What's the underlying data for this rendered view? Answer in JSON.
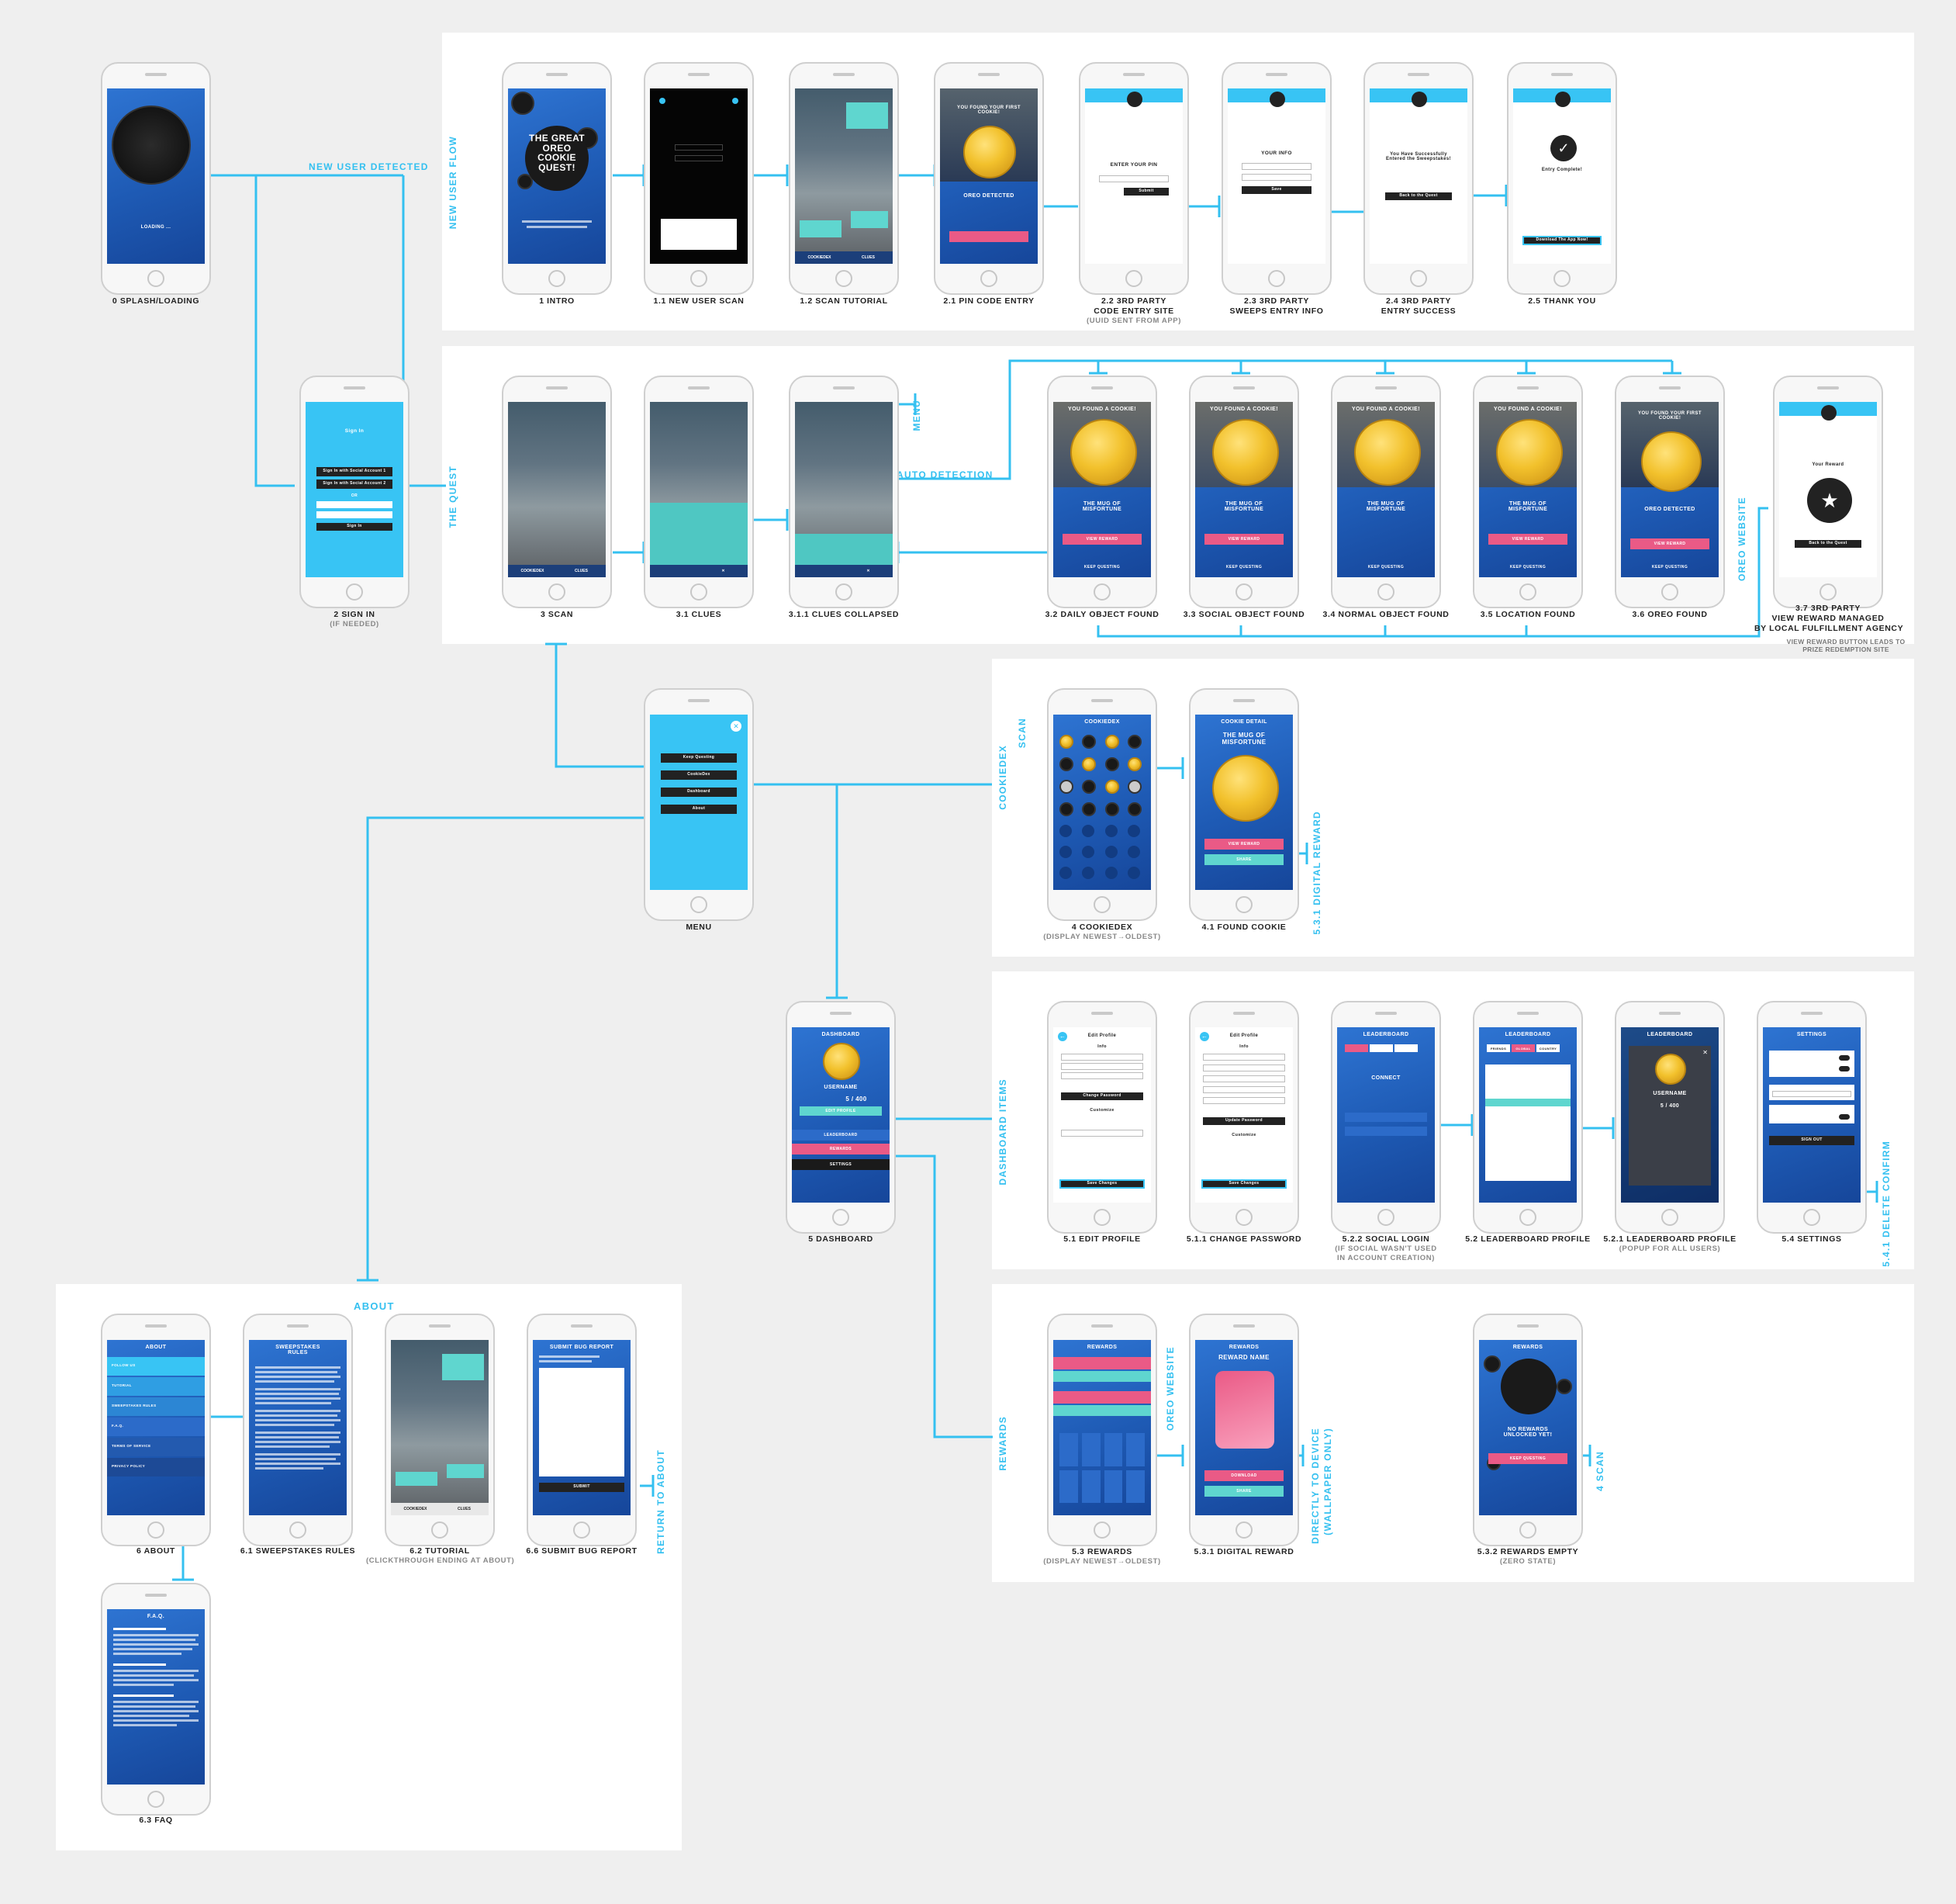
{
  "sections": {
    "new_user_flow": "NEW USER FLOW",
    "the_quest": "THE QUEST",
    "cookiedex": "COOKIEDEX",
    "dashboard_items": "DASHBOARD ITEMS",
    "rewards": "REWARDS",
    "about": "ABOUT"
  },
  "connectors": {
    "new_user_detected": "NEW USER DETECTED",
    "menu": "MENU",
    "auto_detection": "AUTO DETECTION",
    "oreo_website_1": "OREO WEBSITE",
    "oreo_website_2": "OREO WEBSITE",
    "scan_1": "SCAN",
    "scan_2": "4 SCAN",
    "digital_reward": "5.3.1 DIGITAL REWARD",
    "delete_confirm": "5.4.1 DELETE CONFIRM",
    "directly_to_device": "DIRECTLY TO DEVICE",
    "wallpaper_only": "(WALLPAPER ONLY)",
    "return_to_about": "RETURN TO ABOUT",
    "view_reward_note": "VIEW REWARD BUTTON LEADS TO PRIZE REDEMPTION SITE"
  },
  "screens": {
    "s0": {
      "title": "0 SPLASH/LOADING",
      "loading": "LOADING ..."
    },
    "s1": {
      "title": "1 INTRO",
      "logo": "THE GREAT OREO COOKIE QUEST!"
    },
    "s11": {
      "title": "1.1 NEW USER SCAN"
    },
    "s12": {
      "title": "1.2 SCAN TUTORIAL",
      "tab1": "COOKIEDEX",
      "tab2": "CLUES"
    },
    "s21": {
      "title": "2.1 PIN CODE ENTRY",
      "found": "YOU FOUND YOUR FIRST COOKIE!",
      "detected": "OREO DETECTED"
    },
    "s22": {
      "title": "2.2 3RD PARTY",
      "title2": "CODE ENTRY SITE",
      "sub": "(UUID SENT FROM APP)",
      "heading": "ENTER YOUR PIN",
      "btn": "Submit"
    },
    "s23": {
      "title": "2.3 3RD PARTY",
      "title2": "SWEEPS ENTRY INFO",
      "heading": "YOUR INFO",
      "btn": "Save"
    },
    "s24": {
      "title": "2.4 3RD PARTY",
      "title2": "ENTRY SUCCESS",
      "heading": "You Have Successfully Entered the Sweepstakes!",
      "btn": "Back to the Quest"
    },
    "s25": {
      "title": "2.5 THANK YOU",
      "heading": "Entry Complete!",
      "btn": "Download The App Now!"
    },
    "s2": {
      "title": "2 SIGN IN",
      "sub": "(IF NEEDED)",
      "heading": "Sign In",
      "btn1": "Sign In with Social Account 1",
      "btn2": "Sign In with Social Account 2",
      "or": "OR",
      "btn3": "Sign In"
    },
    "s3": {
      "title": "3 SCAN",
      "tab1": "COOKIEDEX",
      "tab2": "CLUES"
    },
    "s31": {
      "title": "3.1 CLUES"
    },
    "s311": {
      "title": "3.1.1 CLUES COLLAPSED"
    },
    "s32": {
      "title": "3.2 DAILY OBJECT FOUND",
      "found": "YOU FOUND A COOKIE!",
      "name": "THE MUG OF MISFORTUNE",
      "btn": "VIEW REWARD",
      "keep": "KEEP QUESTING"
    },
    "s33": {
      "title": "3.3 SOCIAL OBJECT FOUND",
      "found": "YOU FOUND A COOKIE!",
      "name": "THE MUG OF MISFORTUNE",
      "btn": "VIEW REWARD",
      "keep": "KEEP QUESTING"
    },
    "s34": {
      "title": "3.4 NORMAL OBJECT FOUND",
      "found": "YOU FOUND A COOKIE!",
      "name": "THE MUG OF MISFORTUNE",
      "keep": "KEEP QUESTING"
    },
    "s35": {
      "title": "3.5 LOCATION FOUND",
      "found": "YOU FOUND A COOKIE!",
      "name": "THE MUG OF MISFORTUNE",
      "btn": "VIEW REWARD",
      "keep": "KEEP QUESTING"
    },
    "s36": {
      "title": "3.6 OREO FOUND",
      "found": "YOU FOUND YOUR FIRST COOKIE!",
      "detected": "OREO DETECTED",
      "btn": "VIEW REWARD",
      "keep": "KEEP QUESTING"
    },
    "s37": {
      "title": "3.7 3RD PARTY",
      "title2": "VIEW REWARD MANAGED",
      "title3": "BY LOCAL FULFILLMENT AGENCY",
      "heading": "Your Reward",
      "btn": "Back to the Quest"
    },
    "menu": {
      "title": "MENU",
      "items": [
        "Keep Questing",
        "CookieDex",
        "Dashboard",
        "About"
      ]
    },
    "s4": {
      "title": "4 COOKIEDEX",
      "sub": "(DISPLAY NEWEST→OLDEST)",
      "heading": "COOKIEDEX"
    },
    "s41": {
      "title": "4.1 FOUND COOKIE",
      "heading": "COOKIE DETAIL",
      "name": "THE MUG OF MISFORTUNE",
      "btn1": "VIEW REWARD",
      "btn2": "SHARE"
    },
    "s5": {
      "title": "5 DASHBOARD",
      "heading": "DASHBOARD",
      "user": "USERNAME",
      "score": "5 / 400",
      "items": [
        "EDIT PROFILE",
        "LEADERBOARD",
        "REWARDS",
        "SETTINGS"
      ]
    },
    "s51": {
      "title": "5.1 EDIT PROFILE",
      "heading": "Edit Profile",
      "info": "Info",
      "pwd": "Change Password",
      "customize": "Customize",
      "btn": "Save Changes"
    },
    "s511": {
      "title": "5.1.1 CHANGE PASSWORD",
      "heading": "Edit Profile",
      "info": "Info",
      "pwd": "Update Password",
      "customize": "Customize",
      "btn": "Save Changes"
    },
    "s522": {
      "title": "5.2.2 SOCIAL LOGIN",
      "sub": "(IF SOCIAL WASN'T USED",
      "sub2": "IN ACCOUNT CREATION)",
      "heading": "LEADERBOARD",
      "connect": "CONNECT"
    },
    "s52": {
      "title": "5.2 LEADERBOARD PROFILE",
      "heading": "LEADERBOARD",
      "tabs": [
        "FRIENDS",
        "GLOBAL",
        "COUNTRY"
      ]
    },
    "s521": {
      "title": "5.2.1 LEADERBOARD PROFILE",
      "sub": "(POPUP FOR ALL USERS)",
      "heading": "LEADERBOARD",
      "user": "USERNAME",
      "score": "5 / 400"
    },
    "s54": {
      "title": "5.4 SETTINGS",
      "heading": "SETTINGS",
      "btn": "SIGN OUT"
    },
    "s53": {
      "title": "5.3 REWARDS",
      "sub": "(DISPLAY NEWEST→OLDEST)",
      "heading": "REWARDS"
    },
    "s531": {
      "title": "5.3.1 DIGITAL REWARD",
      "heading": "REWARDS",
      "name": "REWARD NAME",
      "btn1": "DOWNLOAD",
      "btn2": "SHARE"
    },
    "s532": {
      "title": "5.3.2 REWARDS EMPTY",
      "sub": "(ZERO STATE)",
      "heading": "REWARDS",
      "msg": "NO REWARDS UNLOCKED YET!",
      "btn": "KEEP QUESTING"
    },
    "s6": {
      "title": "6 ABOUT",
      "heading": "ABOUT",
      "items": [
        "FOLLOW US",
        "TUTORIAL",
        "SWEEPSTAKES RULES",
        "F.A.Q.",
        "TERMS OF SERVICE",
        "PRIVACY POLICY"
      ]
    },
    "s61": {
      "title": "6.1 SWEEPSTAKES RULES",
      "heading": "SWEEPSTAKES RULES"
    },
    "s62": {
      "title": "6.2 TUTORIAL",
      "sub": "(CLICKTHROUGH ENDING AT ABOUT)",
      "tab1": "COOKIEDEX",
      "tab2": "CLUES"
    },
    "s66": {
      "title": "6.6 SUBMIT BUG REPORT",
      "heading": "SUBMIT BUG REPORT",
      "btn": "SUBMIT"
    },
    "s63": {
      "title": "6.3 FAQ",
      "heading": "F.A.Q."
    }
  },
  "colors": {
    "wire": "#34c0f0",
    "brand_blue": "#1f5fb8",
    "sky": "#38c4f4",
    "pink": "#ea5a86",
    "teal": "#5fd6cf"
  }
}
